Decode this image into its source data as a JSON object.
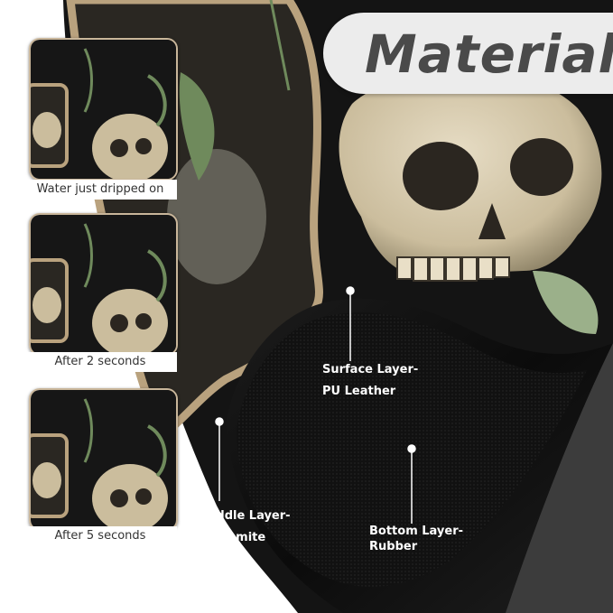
{
  "title": "Material",
  "captions": {
    "step1": "Water just dripped on",
    "step2": "After 2 seconds",
    "step3": "After 5 seconds"
  },
  "layers": {
    "surface_line1": "Surface Layer-",
    "surface_line2": "PU Leather",
    "middle_line1": "Middle Layer-",
    "middle_line2": "Diatomite",
    "bottom_line1": "Bottom Layer-",
    "bottom_line2": "Rubber"
  },
  "colors": {
    "pad_black": "#141414",
    "bone": "#d9ccb0",
    "leaf_green": "#6f8a5c",
    "caption_bg": "#ffffff",
    "title_pill": "#ececec"
  }
}
